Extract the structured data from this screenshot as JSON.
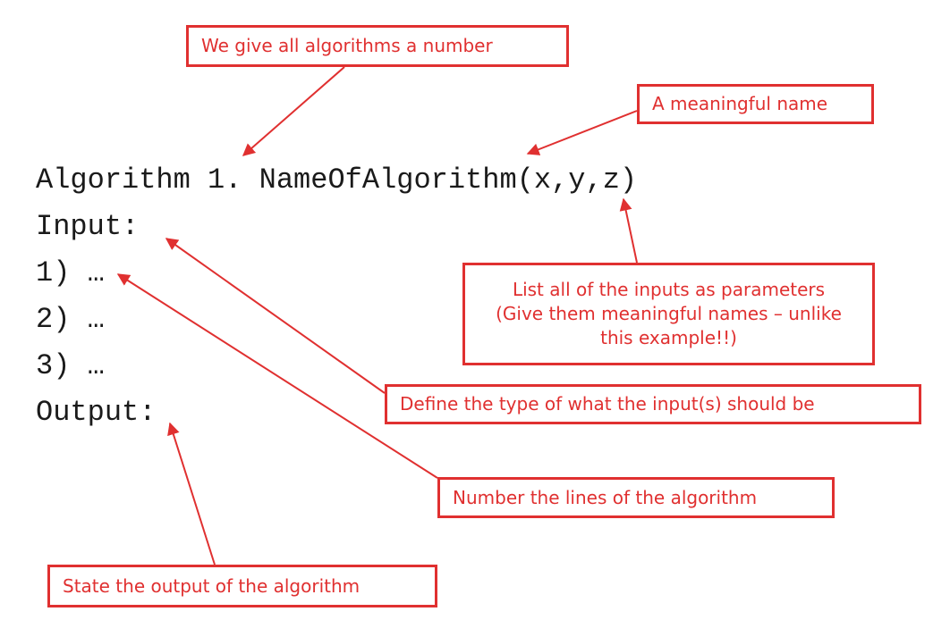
{
  "code_lines": {
    "header": "Algorithm 1. NameOfAlgorithm(x,y,z)",
    "input": "Input:",
    "line1": "1) …",
    "line2": "2) …",
    "line3": "3) …",
    "output": "Output:"
  },
  "callouts": {
    "number": "We give all algorithms a number",
    "name": "A meaningful name",
    "inputs_line1": "List all of the inputs as parameters",
    "inputs_line2": "(Give them meaningful names – unlike",
    "inputs_line3": "this example!!)",
    "input_type": "Define the type of what the input(s) should be",
    "number_lines": "Number the lines of the algorithm",
    "output": "State the output of the algorithm"
  },
  "colors": {
    "annotation": "#e03030",
    "code_text": "#1a1a1a"
  }
}
